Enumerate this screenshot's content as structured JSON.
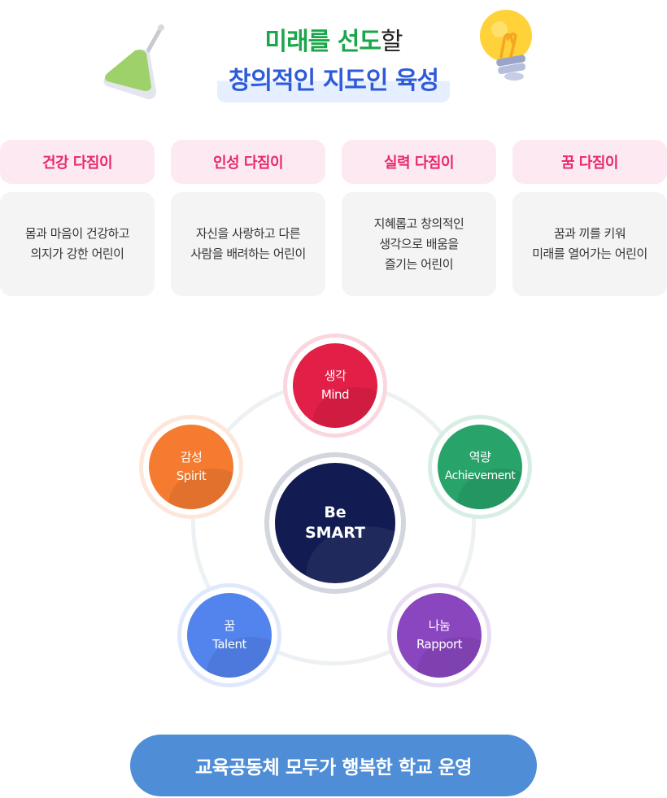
{
  "header": {
    "line1_accent": "미래를 선도",
    "line1_rest": "할",
    "line2": "창의적인 지도인 육성"
  },
  "icons": {
    "left": "paint-palette-icon",
    "right": "light-bulb-icon"
  },
  "virtues": [
    {
      "title": "건강 다짐이",
      "desc": "몸과 마음이 건강하고\n의지가 강한 어린이"
    },
    {
      "title": "인성 다짐이",
      "desc": "자신을 사랑하고 다른\n사람을 배려하는 어린이"
    },
    {
      "title": "실력 다짐이",
      "desc": "지혜롭고 창의적인\n생각으로 배움을\n즐기는 어린이"
    },
    {
      "title": "꿈 다짐이",
      "desc": "꿈과 끼를 키워\n미래를 열어가는 어린이"
    }
  ],
  "diagram": {
    "center": {
      "line1": "Be",
      "line2": "SMART"
    },
    "nodes": [
      {
        "ko": "생각",
        "en": "Mind",
        "color": "#e21f46"
      },
      {
        "ko": "역량",
        "en": "Achievement",
        "color": "#28a36a"
      },
      {
        "ko": "나눔",
        "en": "Rapport",
        "color": "#8a46bf"
      },
      {
        "ko": "꿈",
        "en": "Talent",
        "color": "#5384ee"
      },
      {
        "ko": "감성",
        "en": "Spirit",
        "color": "#f57b30"
      }
    ]
  },
  "footer": {
    "text": "교육공동체 모두가 행복한 학교 운영"
  }
}
